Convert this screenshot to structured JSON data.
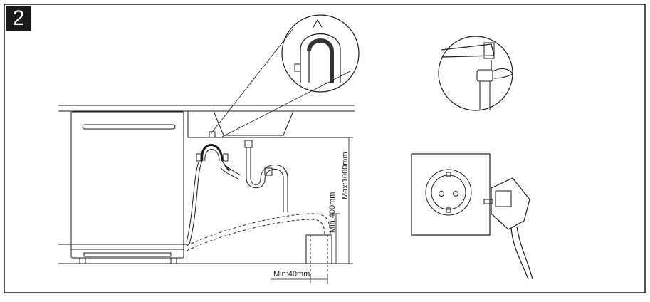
{
  "step": {
    "number": "2"
  },
  "dimensions": {
    "max_height": "Max:1000mm",
    "min_height": "Min.400mm",
    "min_width": "Min:40mm"
  },
  "colors": {
    "line": "#1a1a1a",
    "badge_bg": "#1a1a1a",
    "badge_text": "#ffffff"
  }
}
